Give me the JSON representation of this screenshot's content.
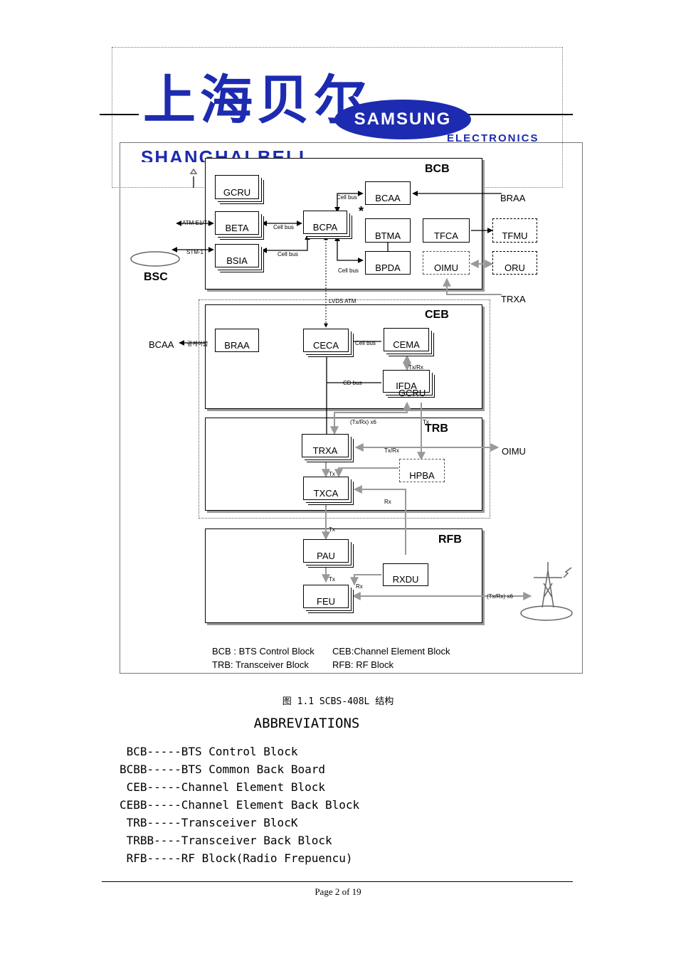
{
  "header": {
    "cn_logo": "上海贝尔",
    "samsung": "SAMSUNG",
    "electronics": "ELECTRONICS",
    "shanghai_bell": "SHANGHAI BELL"
  },
  "diagram": {
    "blocks": {
      "bcb": "BCB",
      "ceb": "CEB",
      "trb": "TRB",
      "rfb": "RFB"
    },
    "bsc": "BSC",
    "modules": {
      "gcru": "GCRU",
      "bcaa": "BCAA",
      "beta": "BETA",
      "bcpa": "BCPA",
      "btma": "BTMA",
      "tfca": "TFCA",
      "bsia": "BSIA",
      "bpda": "BPDA",
      "oimu": "OIMU",
      "braa": "BRAA",
      "ceca": "CECA",
      "cema": "CEMA",
      "ifda": "IFDA",
      "gcru2": "GCRU",
      "trxa": "TRXA",
      "hpba": "HPBA",
      "txca": "TXCA",
      "pau": "PAU",
      "rxdu": "RXDU",
      "feu": "FEU"
    },
    "external": {
      "braa": "BRAA",
      "tfmu": "TFMU",
      "oru": "ORU",
      "trxa": "TRXA",
      "bcaa": "BCAA",
      "oimu": "OIMU"
    },
    "signals": {
      "atm_e1t1": "ATM E1/T1",
      "stm1": "STM-1",
      "cell_bus": "Cell bus",
      "lvds_atm": "LVDS ATM",
      "cd_bus": "CD bus",
      "txrx": "Tx/Rx",
      "txrx_x6": "(Tx/Rx) x6",
      "tx": "Tx",
      "rx": "Rx",
      "asterisk": "*",
      "braa_link": "광케이블"
    },
    "legend": {
      "bcb": "BCB : BTS Control Block",
      "ceb": "CEB:Channel Element Block",
      "trb": "TRB: Transceiver Block",
      "rfb": "RFB: RF Block"
    }
  },
  "caption": "图  1.1  SCBS-408L 结构",
  "abbreviations": {
    "title": "ABBREVIATIONS",
    "items": [
      " BCB-----BTS Control Block",
      "BCBB-----BTS Common Back Board",
      " CEB-----Channel Element Block",
      "CEBB-----Channel Element Back Block",
      " TRB-----Transceiver BlocK",
      " TRBB----Transceiver Back Block",
      " RFB-----RF Block(Radio Frepuencu)"
    ]
  },
  "footer": {
    "page": "Page 2 of 19"
  }
}
